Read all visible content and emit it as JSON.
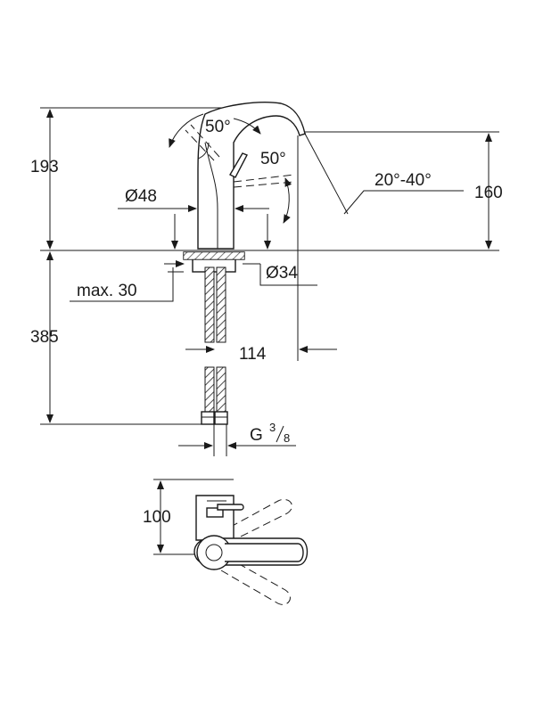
{
  "dimensions": {
    "height_total": "193",
    "angle_top": "50°",
    "angle_side": "50°",
    "spout_angle": "20°-40°",
    "height_spout": "160",
    "diameter_body": "Ø48",
    "diameter_base": "Ø34",
    "max_thickness": "max. 30",
    "hose_length": "385",
    "reach": "114",
    "thread_prefix": "G",
    "thread_num": "3",
    "thread_den": "8",
    "handle_clearance": "100"
  },
  "colors": {
    "line": "#1a1a1a",
    "background": "#ffffff"
  }
}
